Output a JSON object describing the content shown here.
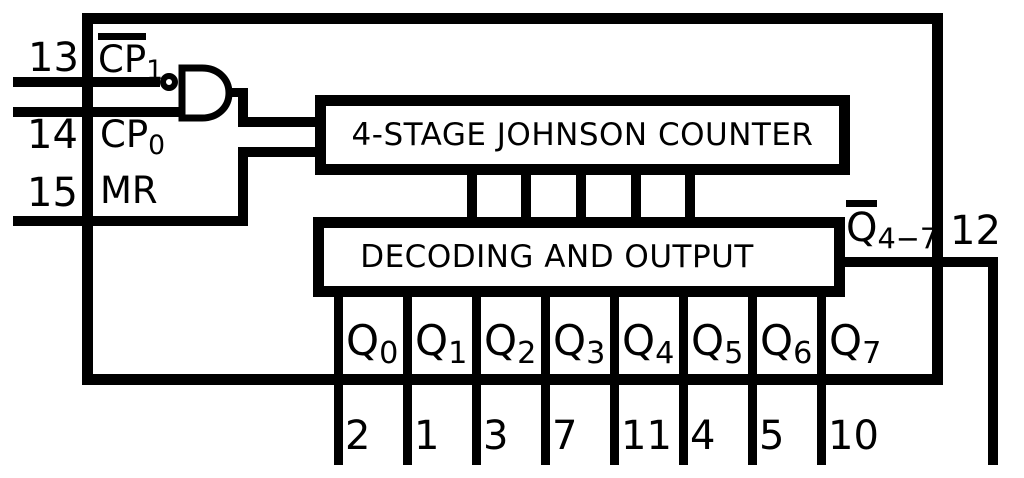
{
  "diagram": {
    "description": "4-stage Johnson counter IC logic diagram",
    "colors": {
      "line": "#000000",
      "background": "#ffffff"
    },
    "pins_left": [
      {
        "number": "13",
        "label": "CP",
        "sub": "1",
        "overline": true
      },
      {
        "number": "14",
        "label": "CP",
        "sub": "0",
        "overline": false
      },
      {
        "number": "15",
        "label": "MR",
        "sub": "",
        "overline": false
      }
    ],
    "blocks": {
      "counter_label": "4-STAGE JOHNSON COUNTER",
      "decoder_label": "DECODING AND OUTPUT"
    },
    "outputs": [
      {
        "label": "Q",
        "sub": "0",
        "pin": "2"
      },
      {
        "label": "Q",
        "sub": "1",
        "pin": "1"
      },
      {
        "label": "Q",
        "sub": "2",
        "pin": "3"
      },
      {
        "label": "Q",
        "sub": "3",
        "pin": "7"
      },
      {
        "label": "Q",
        "sub": "4",
        "pin": "11"
      },
      {
        "label": "Q",
        "sub": "5",
        "pin": "4"
      },
      {
        "label": "Q",
        "sub": "6",
        "pin": "5"
      },
      {
        "label": "Q",
        "sub": "7",
        "pin": "10"
      }
    ],
    "inverted_output": {
      "label": "Q",
      "sub": "4−7",
      "pin": "12",
      "overline": true
    }
  }
}
